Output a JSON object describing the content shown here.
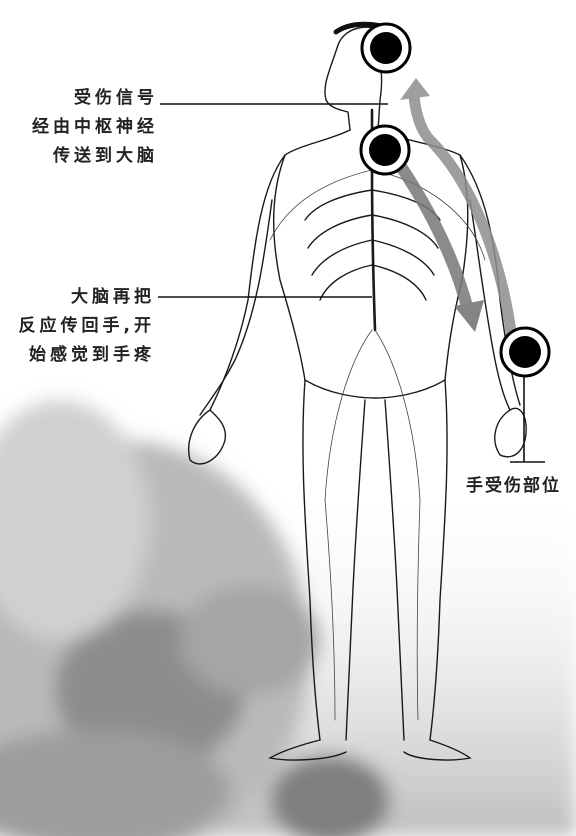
{
  "labels": {
    "signal": [
      "受伤信号",
      "经由中枢神经",
      "传送到大脑"
    ],
    "brain": [
      "大脑再把",
      "反应传回手,开",
      "始感觉到手疼"
    ],
    "injury_site": "手受伤部位"
  },
  "colors": {
    "arrow": "#8e8e8e",
    "marker_ring": "#000000",
    "line_art": "#1a1a1a",
    "background": "#ffffff"
  }
}
